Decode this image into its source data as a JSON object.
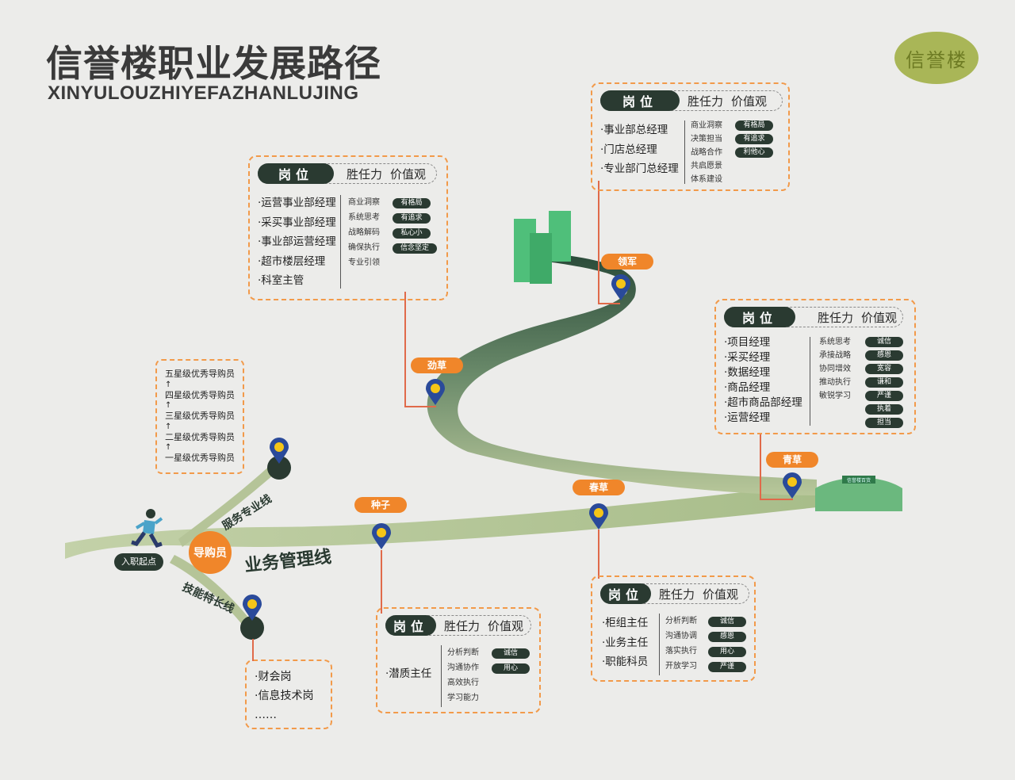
{
  "title": "信誉楼职业发展路径",
  "subtitle": "XINYULOUZHIYEFAZHANLUJING",
  "logo_text": "信誉楼",
  "colors": {
    "accent": "#f0862a",
    "dark": "#2a3a31",
    "road": "#b8c79a",
    "background": "#ececea"
  },
  "start_label": "入职起点",
  "guide_label": "导购员",
  "lines": {
    "main": "业务管理线",
    "service": "服务专业线",
    "skill": "技能特长线"
  },
  "ranks": [
    "五星级优秀导购员",
    "四星级优秀导购员",
    "三星级优秀导购员",
    "二星级优秀导购员",
    "一星级优秀导购员"
  ],
  "rank_arrow": "↑",
  "skill_card": {
    "items": [
      "·财会岗",
      "·信息技术岗",
      "……"
    ]
  },
  "stages": {
    "seed": "种子",
    "spring": "春草",
    "green": "青草",
    "strong": "劲草",
    "leader": "领军"
  },
  "header": {
    "position": "岗位",
    "competency": "胜任力",
    "values": "价值观"
  },
  "card_seed": {
    "jobs": [
      "·潜质主任"
    ],
    "competencies": [
      "分析判断",
      "沟通协作",
      "高效执行",
      "学习能力"
    ],
    "values": [
      "诚信",
      "用心"
    ]
  },
  "card_spring": {
    "jobs": [
      "·柜组主任",
      "·业务主任",
      "·职能科员"
    ],
    "competencies": [
      "分析判断",
      "沟通协调",
      "落实执行",
      "开放学习"
    ],
    "values": [
      "诚信",
      "感恩",
      "用心",
      "严谨"
    ]
  },
  "card_green": {
    "jobs": [
      "·项目经理",
      "·采买经理",
      "·数据经理",
      "·商品经理",
      "·超市商品部经理",
      "·运营经理"
    ],
    "competencies": [
      "系统思考",
      "承接战略",
      "协同增效",
      "推动执行",
      "敏锐学习"
    ],
    "values": [
      "诚信",
      "感恩",
      "宽容",
      "谦和",
      "严谨",
      "执着",
      "担当"
    ]
  },
  "card_strong": {
    "jobs": [
      "·运营事业部经理",
      "·采买事业部经理",
      "·事业部运营经理",
      "·超市楼层经理",
      "·科室主管"
    ],
    "competencies": [
      "商业洞察",
      "系统思考",
      "战略解码",
      "确保执行",
      "专业引领"
    ],
    "values": [
      "有格局",
      "有追求",
      "私心小",
      "信念坚定"
    ]
  },
  "card_leader": {
    "jobs": [
      "·事业部总经理",
      "·门店总经理",
      "·专业部门总经理"
    ],
    "competencies": [
      "商业洞察",
      "决策担当",
      "战略合作",
      "共启愿景",
      "体系建设"
    ],
    "values": [
      "有格局",
      "有追求",
      "利他心"
    ]
  },
  "store_sign": "信誉楼百货"
}
